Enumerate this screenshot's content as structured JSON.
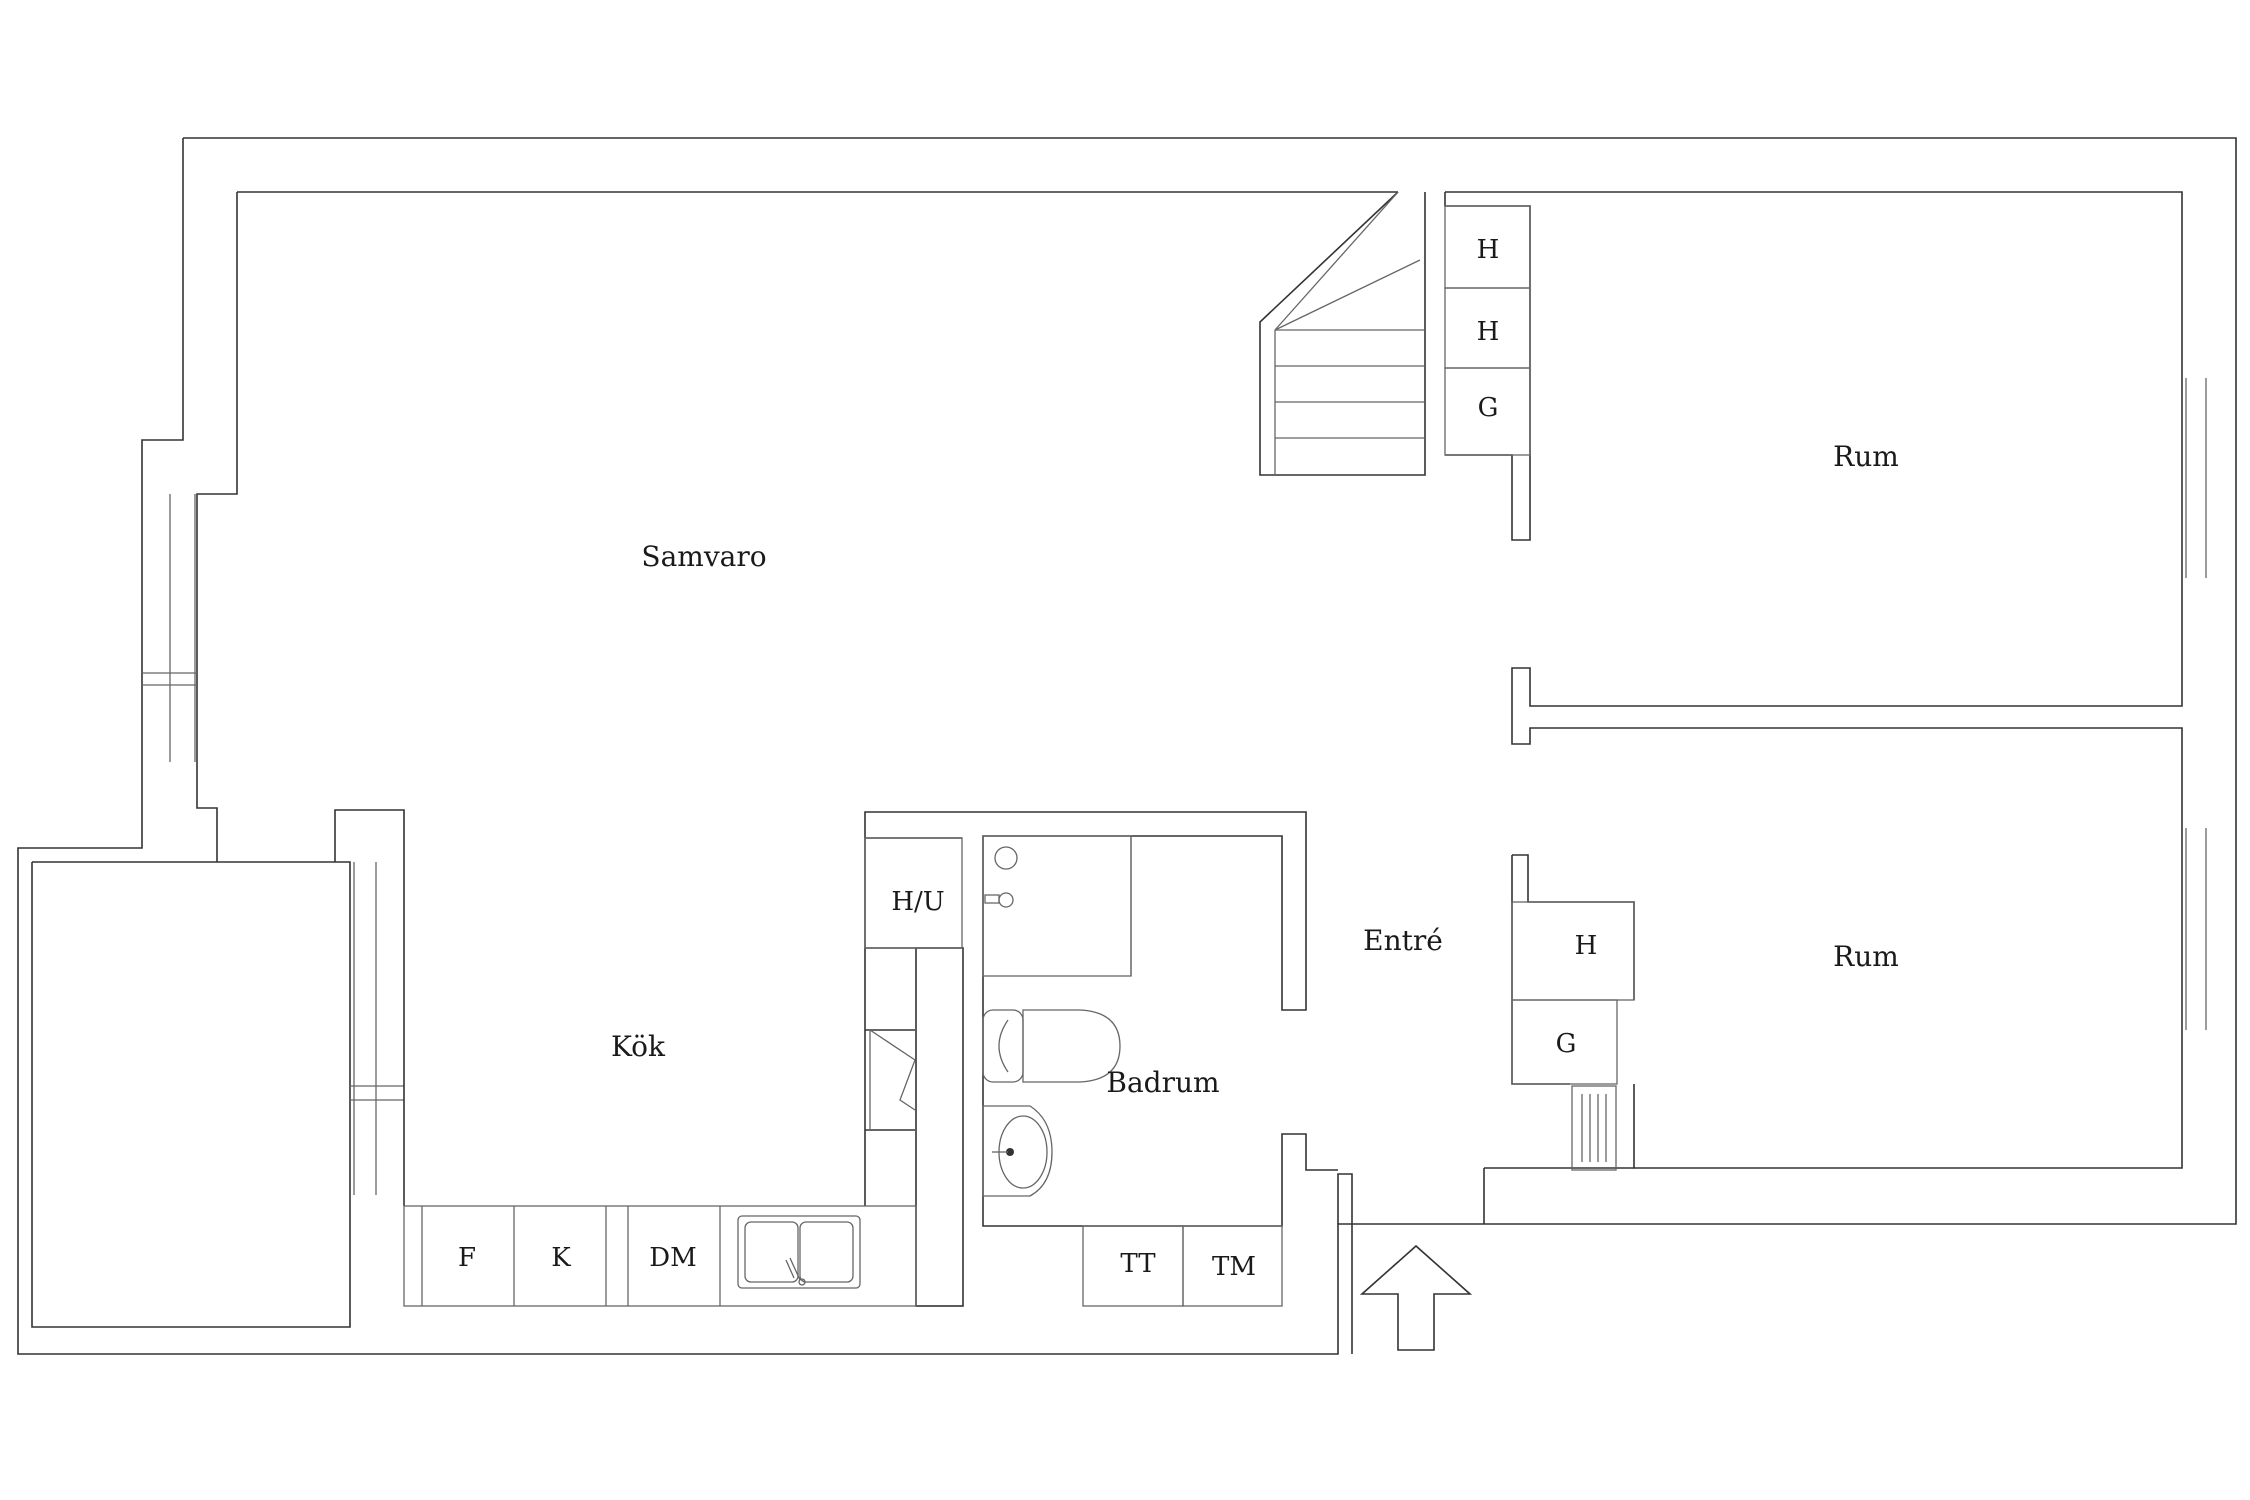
{
  "rooms": {
    "samvaro": "Samvaro",
    "rum_top": "Rum",
    "rum_bottom": "Rum",
    "kok": "Kök",
    "badrum": "Badrum",
    "entre": "Entré"
  },
  "fixtures": {
    "closet_h1": "H",
    "closet_h2": "H",
    "closet_g1": "G",
    "hu": "H/U",
    "fridge": "F",
    "k": "K",
    "dm": "DM",
    "tt": "TT",
    "tm": "TM",
    "closet_h3": "H",
    "closet_g2": "G"
  },
  "icons": {
    "entrance": "entrance-arrow-icon",
    "sink": "kitchen-sink-icon",
    "toilet": "toilet-icon",
    "basin": "wash-basin-icon",
    "radiator": "radiator-icon",
    "stairs": "staircase-icon"
  }
}
